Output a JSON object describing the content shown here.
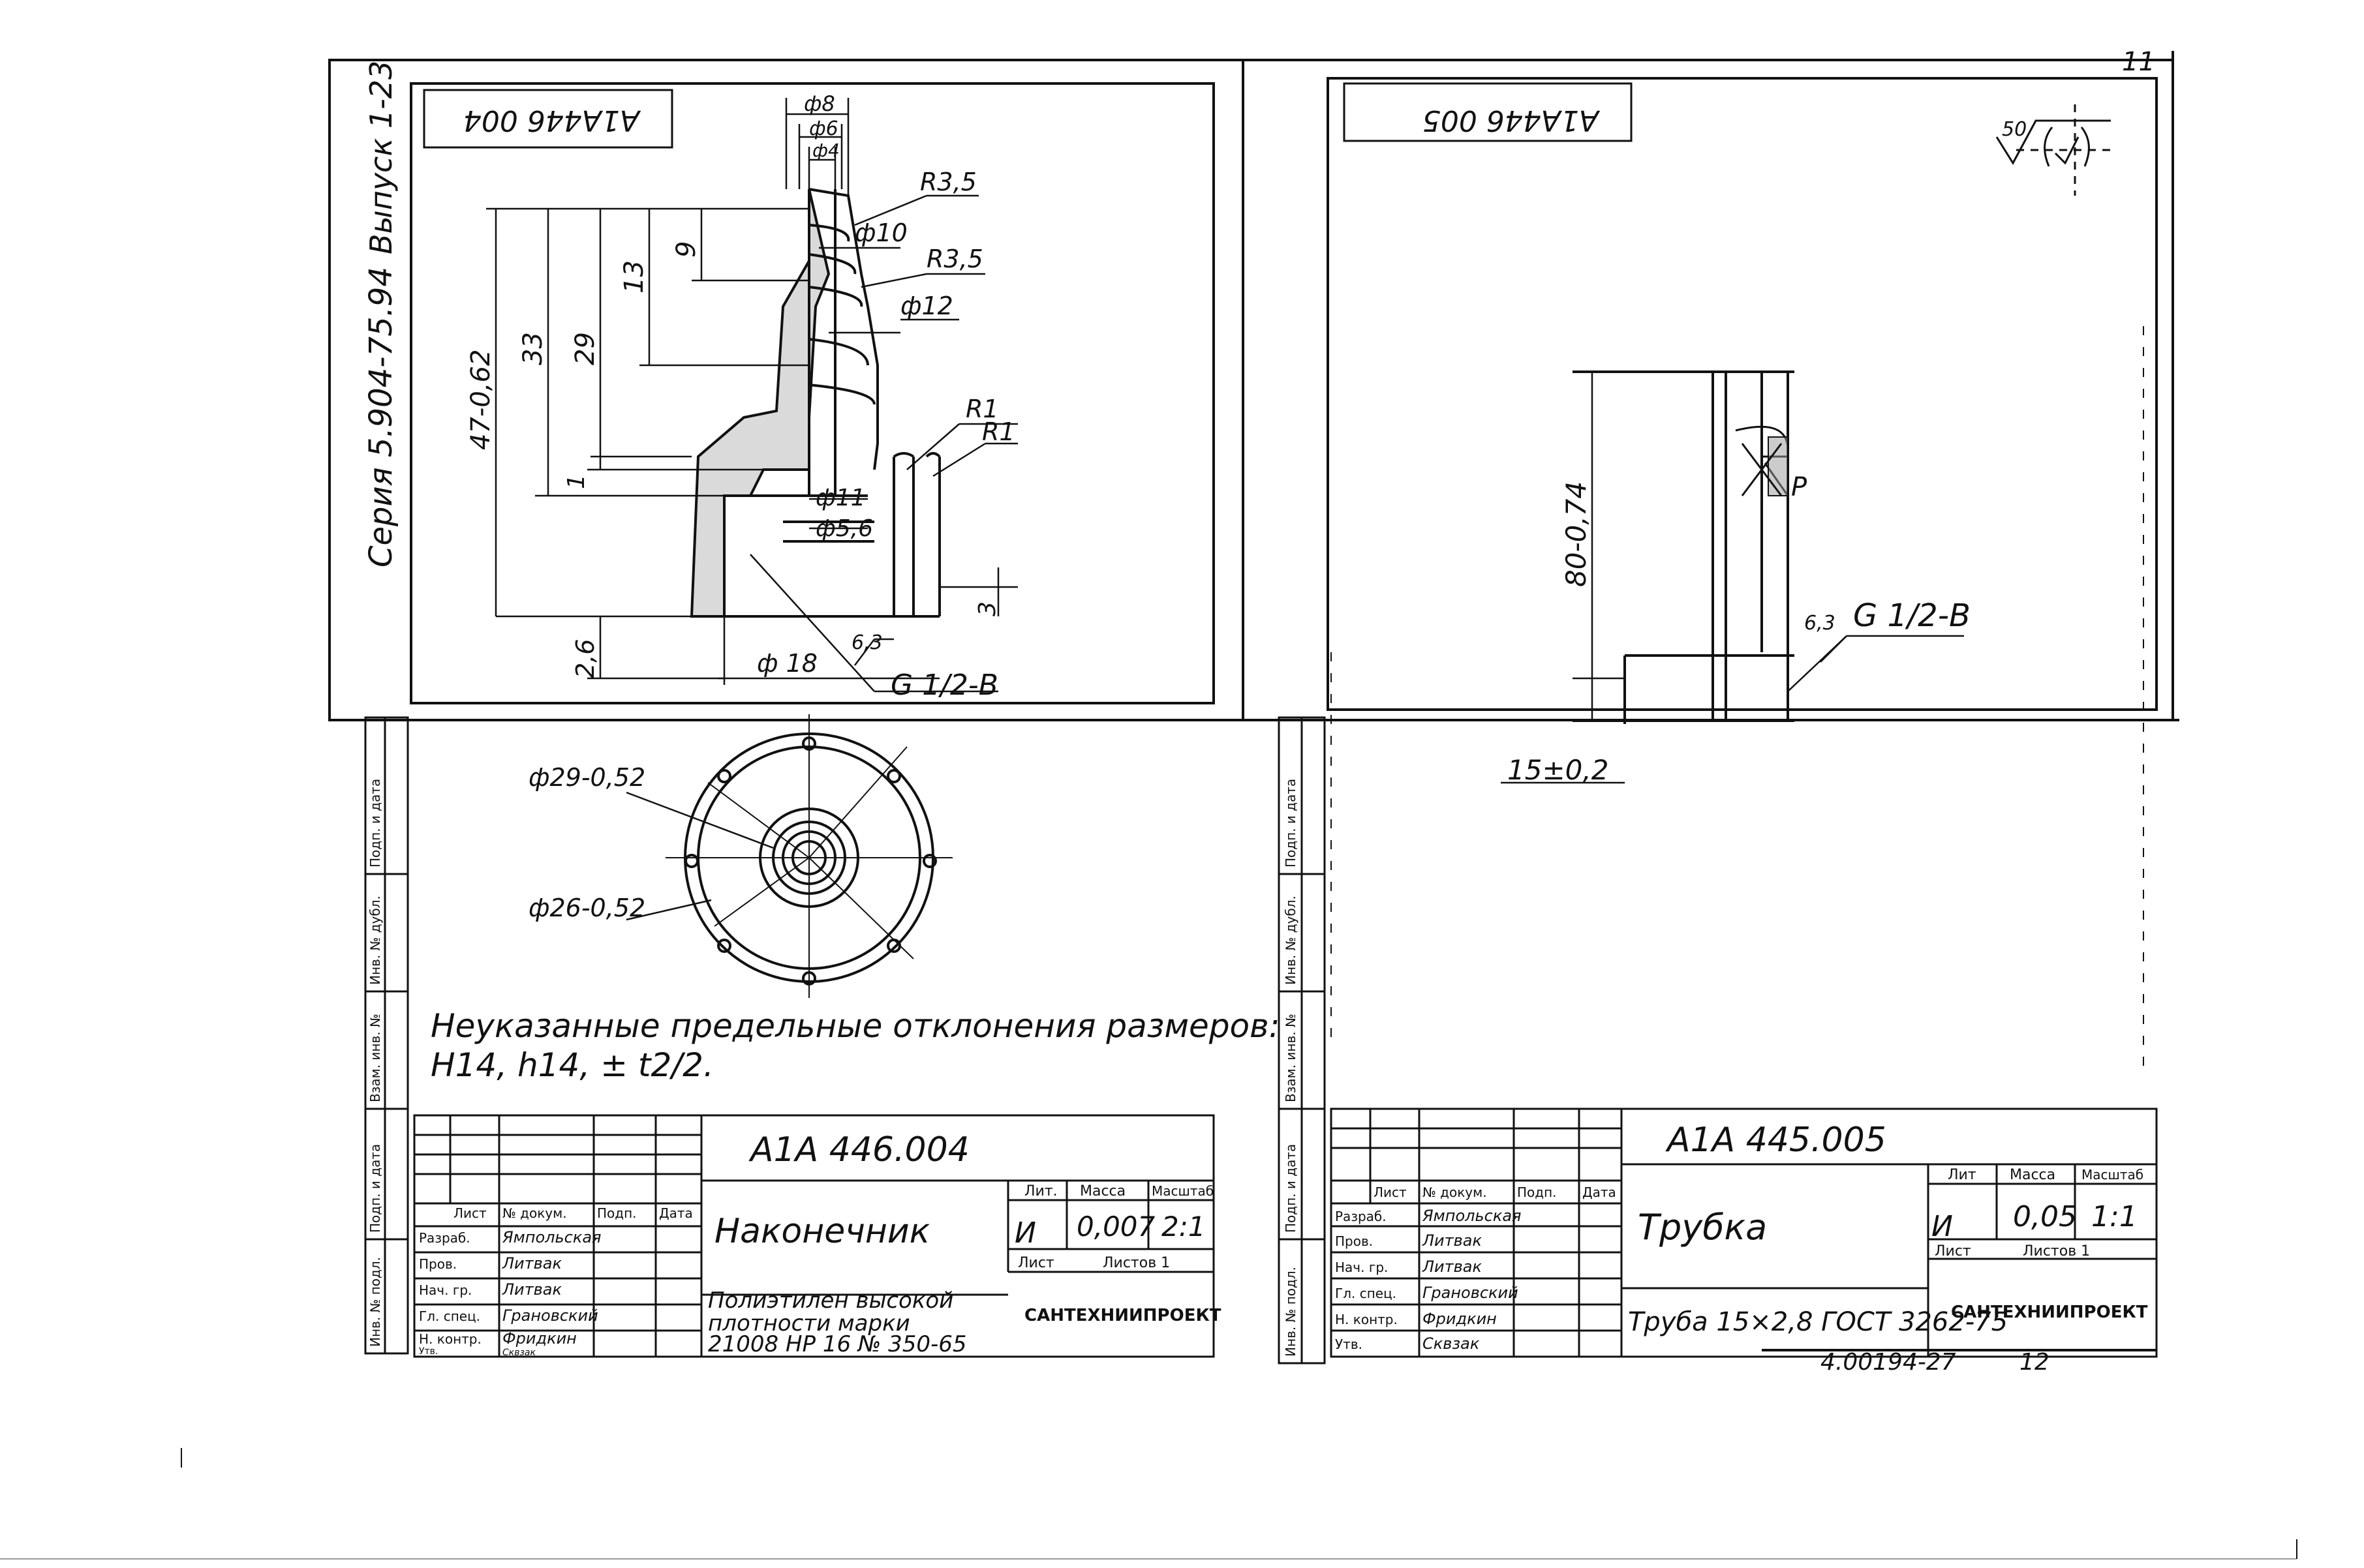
{
  "series_label": "Серия 5.904-75.94",
  "issue_label": "Выпуск 1-23",
  "page_corner_number": "11",
  "left_sheet": {
    "drawing_code_mirror": "А1А446 004",
    "title_code": "А1А 446.004",
    "part_name": "Наконечник",
    "dimensions": {
      "d8": "ф8",
      "d6": "ф6",
      "d4": "ф4",
      "r35_top": "R3,5",
      "d10": "ф10",
      "r35_mid": "R3,5",
      "d12": "ф12",
      "r1_a": "R1",
      "r1_b": "R1",
      "d11": "ф11",
      "d56": "ф5,6",
      "d18": "ф 18",
      "surface": "6,3",
      "thread": "G 1/2-B",
      "v9": "9",
      "v13": "13",
      "v29": "29",
      "v33": "33",
      "v47": "47-0,62",
      "v1": "1",
      "v26": "2,6",
      "v3": "3",
      "d29": "ф29-0,52",
      "d26": "ф26-0,52"
    },
    "note_line1": "Неуказанные предельные отклонения размеров:",
    "note_line2": "Н14, h14, ± t2/2.",
    "title_block": {
      "lit_label": "Лит.",
      "mass_label": "Масса",
      "scale_label": "Масштаб",
      "lit_value": "И",
      "mass_value": "0,007",
      "scale_value": "2:1",
      "sheet_label": "Лист",
      "sheets_label": "Листов 1",
      "col_sheet": "Лист",
      "col_doc": "№ докум.",
      "col_sign": "Подп.",
      "col_date": "Дата",
      "roles": [
        "Разраб.",
        "Пров.",
        "Нач. гр.",
        "Гл. спец.",
        "Н. контр.",
        "Утв."
      ],
      "names": [
        "Ямпольская",
        "Литвак",
        "Литвак",
        "Грановский",
        "Фридкин",
        "Сквзак"
      ],
      "material_line1": "Полиэтилен высокой",
      "material_line2": "плотности марки",
      "material_line3": "21008 НР 16 № 350-65",
      "org": "САНТЕХНИИПРОЕКТ"
    },
    "side_labels": [
      "Подп. и дата",
      "Инв. № дубл.",
      "Взам. инв. №",
      "Подп. и дата",
      "Инв. № подл."
    ]
  },
  "right_sheet": {
    "drawing_code_mirror": "А1А446 005",
    "title_code": "А1А 445.005",
    "part_name": "Трубка",
    "roughness_top": "50",
    "dimensions": {
      "v80": "80-0,74",
      "v15": "15±0,2",
      "surface": "6,3",
      "thread": "G 1/2-B",
      "cut_mark": "Р"
    },
    "title_block": {
      "lit_label": "Лит",
      "mass_label": "Масса",
      "scale_label": "Масштаб",
      "lit_value": "И",
      "mass_value": "0,05",
      "scale_value": "1:1",
      "sheet_label": "Лист",
      "sheets_label": "Листов 1",
      "col_sheet": "Лист",
      "col_doc": "№ докум.",
      "col_sign": "Подп.",
      "col_date": "Дата",
      "roles": [
        "Разраб.",
        "Пров.",
        "Нач. гр.",
        "Гл. спец.",
        "Н. контр.",
        "Утв."
      ],
      "names": [
        "Ямпольская",
        "Литвак",
        "Литвак",
        "Грановский",
        "Фридкин",
        "Сквзак"
      ],
      "material": "Труба 15×2,8 ГОСТ 3262-75",
      "org": "САНТЕХНИИПРОЕКТ"
    },
    "side_labels": [
      "Подп. и дата",
      "Инв. № дубл.",
      "Взам. инв. №",
      "Подп. и дата",
      "Инв. № подл."
    ]
  },
  "footer_code": "4.00194-27",
  "footer_page": "12"
}
